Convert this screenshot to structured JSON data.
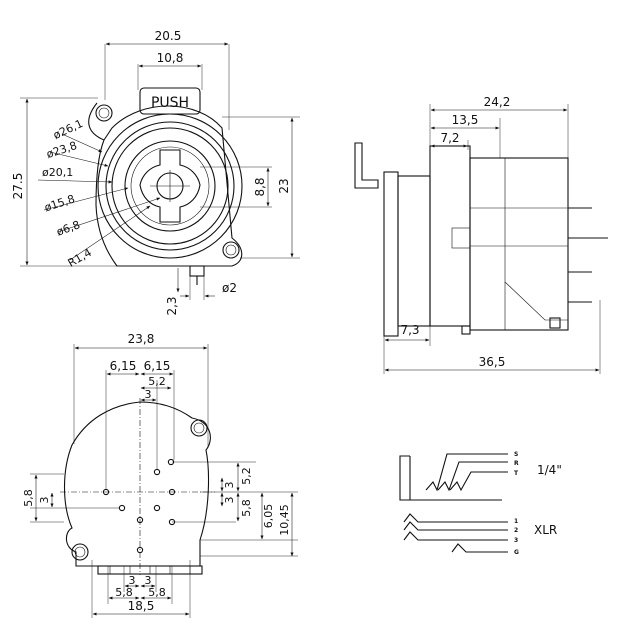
{
  "front_view": {
    "width_outer": "20.5",
    "width_inner": "10,8",
    "push_label": "PUSH",
    "height_total": "27.5",
    "height_body": "23",
    "slot_height": "8,8",
    "diameters": [
      "ø26,1",
      "ø23,8",
      "ø20,1",
      "ø15,8",
      "ø6,8"
    ],
    "radius": "R1,4",
    "pin_offset": "2,3",
    "pin_diameter": "ø2"
  },
  "side_view": {
    "depth_a": "24,2",
    "depth_b": "13,5",
    "depth_c": "7,2",
    "panel_offset": "7,3",
    "total_length": "36,5"
  },
  "pcb_view": {
    "width": "23,8",
    "pitch_a": "6,15",
    "pitch_b": "6,15",
    "offset_a": "5,2",
    "offset_b": "3",
    "right_dims": [
      "5,2",
      "3",
      "3",
      "5,8",
      "6,05",
      "10,45"
    ],
    "left_dim_a": "5,8",
    "left_dim_b": "3",
    "bottom_a": "3",
    "bottom_b": "3",
    "bottom_c": "5,8",
    "bottom_d": "5,8",
    "bottom_total": "18,5"
  },
  "schematic": {
    "jack_label": "1/4\"",
    "xlr_label": "XLR",
    "jack_pins": [
      "S",
      "R",
      "T"
    ],
    "xlr_pins": [
      "1",
      "2",
      "3",
      "G"
    ]
  }
}
